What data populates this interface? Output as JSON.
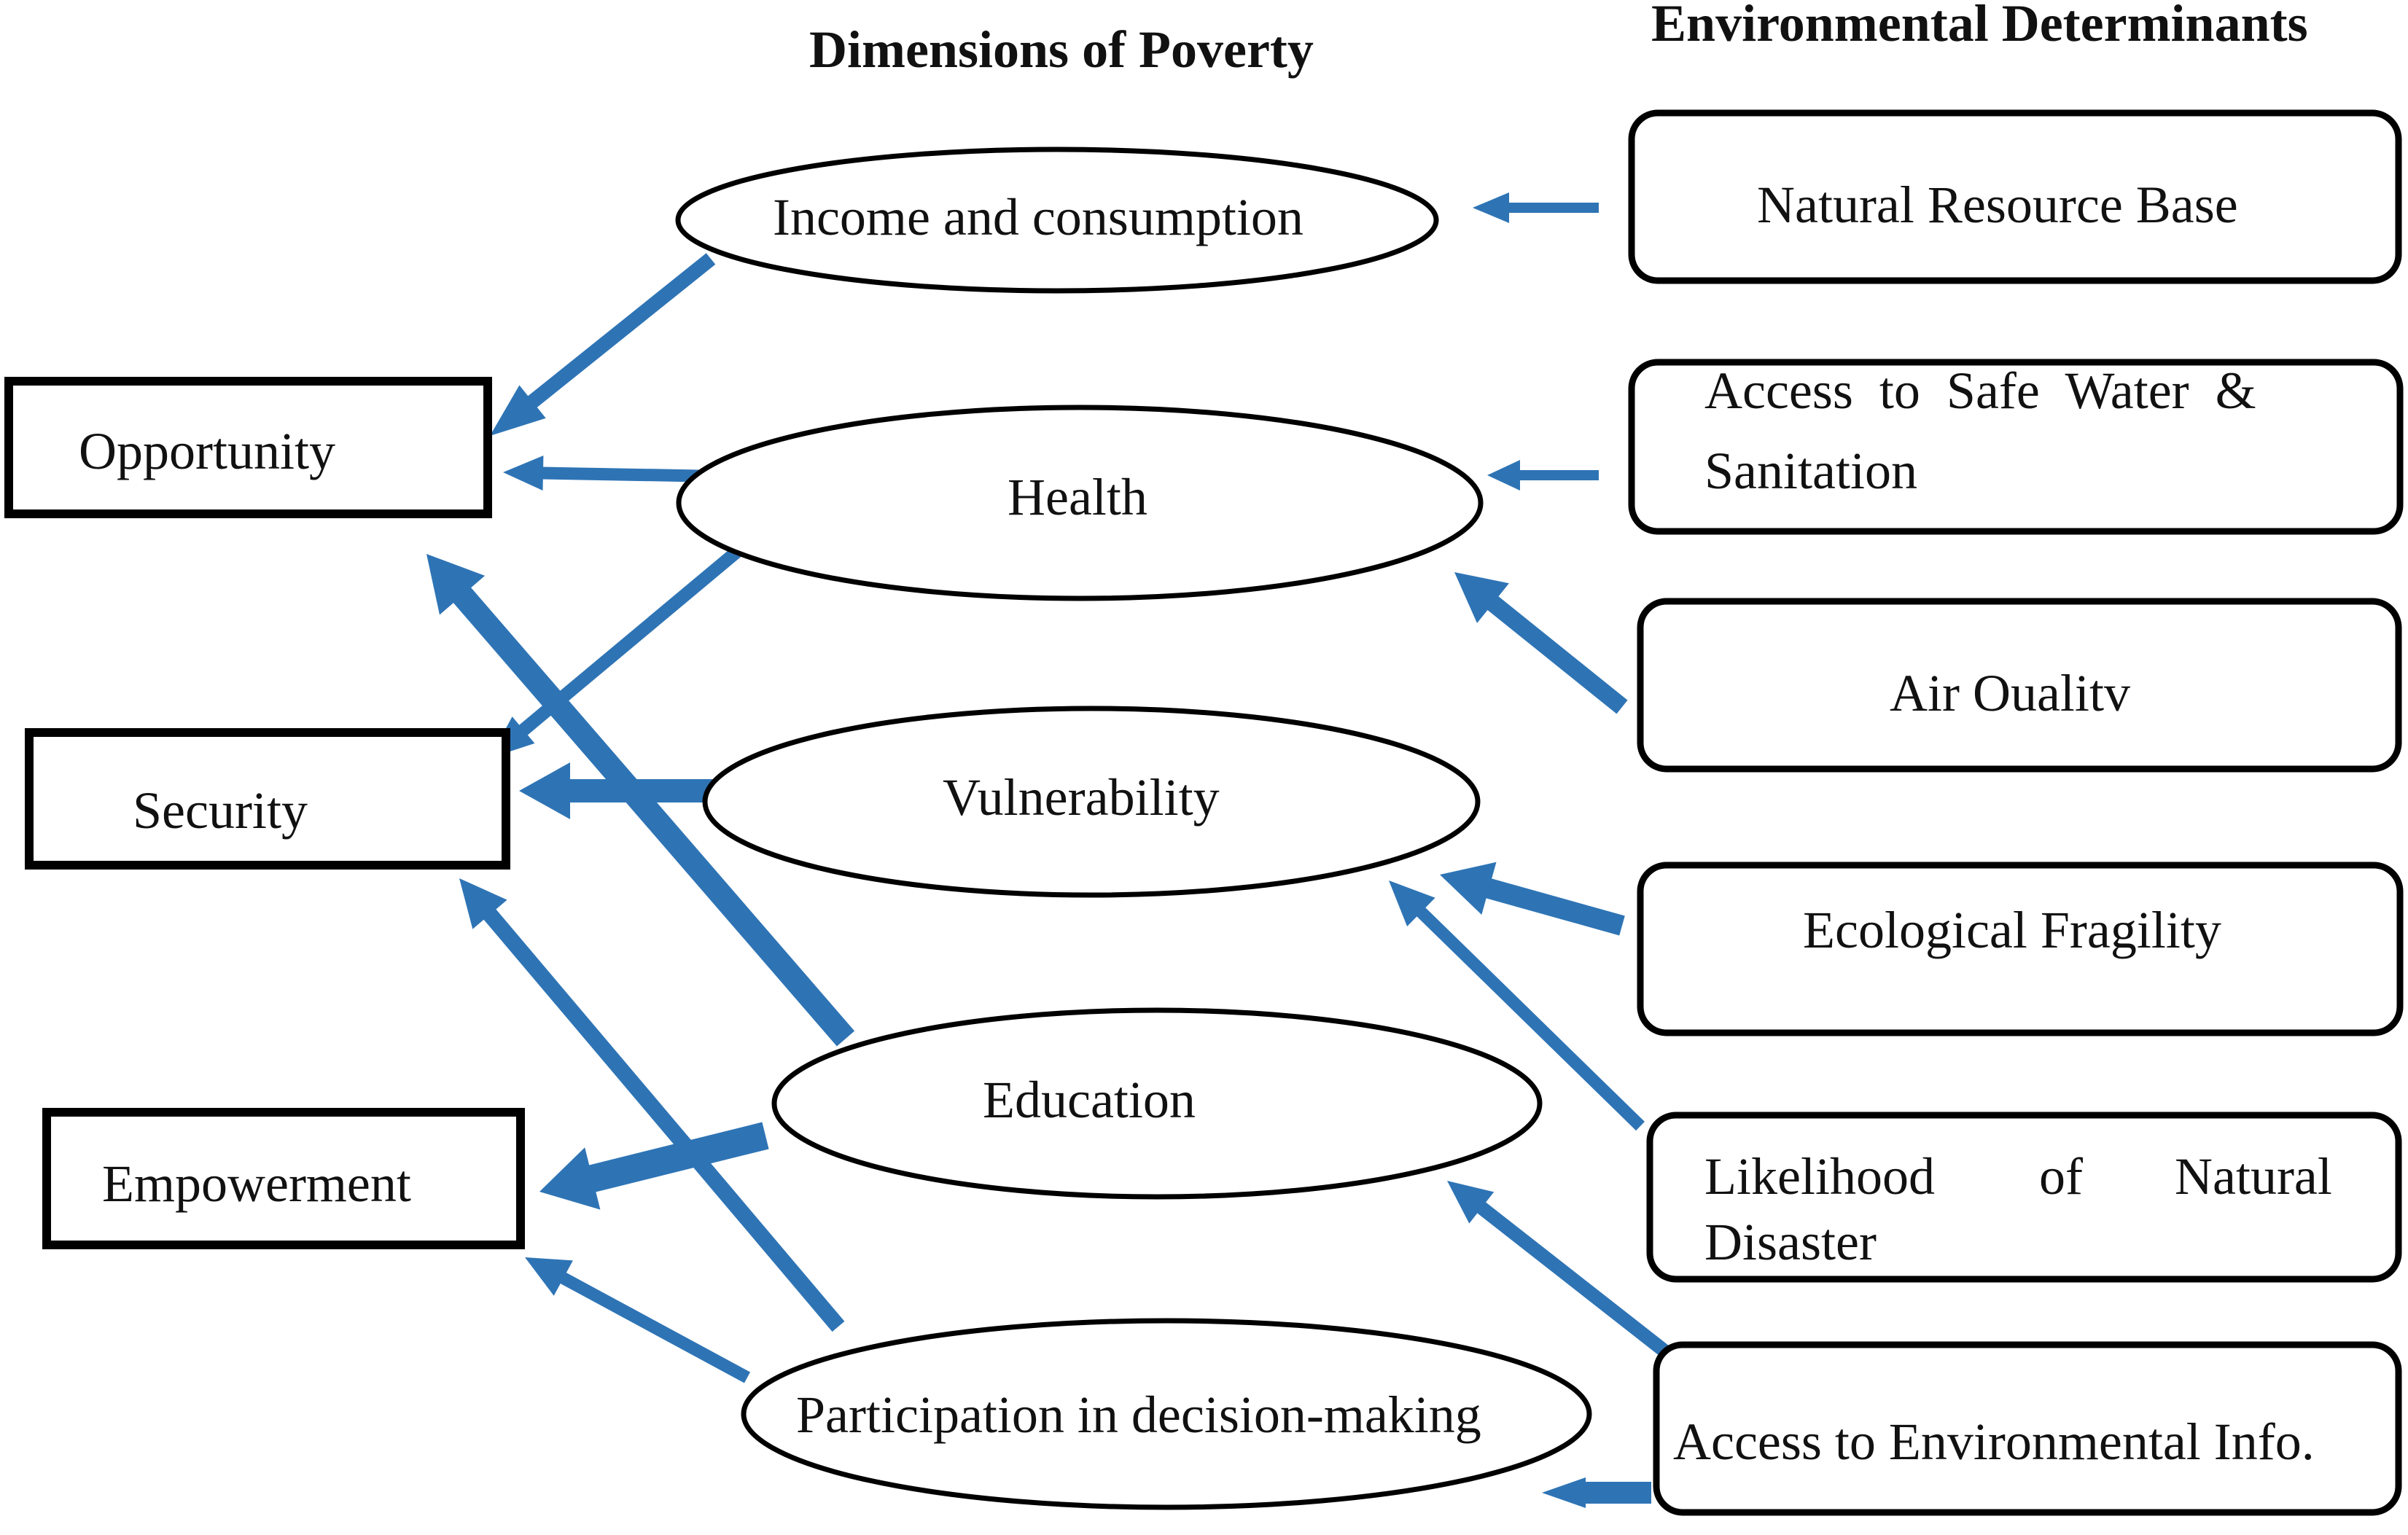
{
  "headings": {
    "poverty": "Dimensions of Poverty",
    "determinants": "Environmental Determinants"
  },
  "outcomes": {
    "opportunity": "Opportunity",
    "security": "Security",
    "empowerment": "Empowerment"
  },
  "dimensions": {
    "income": "Income and consumption",
    "health": "Health",
    "vulnerability": "Vulnerability",
    "education": "Education",
    "participation": "Participation in decision-making"
  },
  "determinants": {
    "natural_resource": "Natural Resource Base",
    "water_line1": "Access  to  Safe  Water  &",
    "water_line2": "Sanitation",
    "air": "Air Oualitv",
    "ecological": "Ecological Fragility",
    "disaster_line1a": "Likelihood",
    "disaster_line1b": "of",
    "disaster_line1c": "Natural",
    "disaster_line2": "Disaster",
    "env_info": "Access to Environmental Info."
  },
  "colors": {
    "arrow": "#2e74b5",
    "border": "#000000",
    "text": "#111111"
  }
}
